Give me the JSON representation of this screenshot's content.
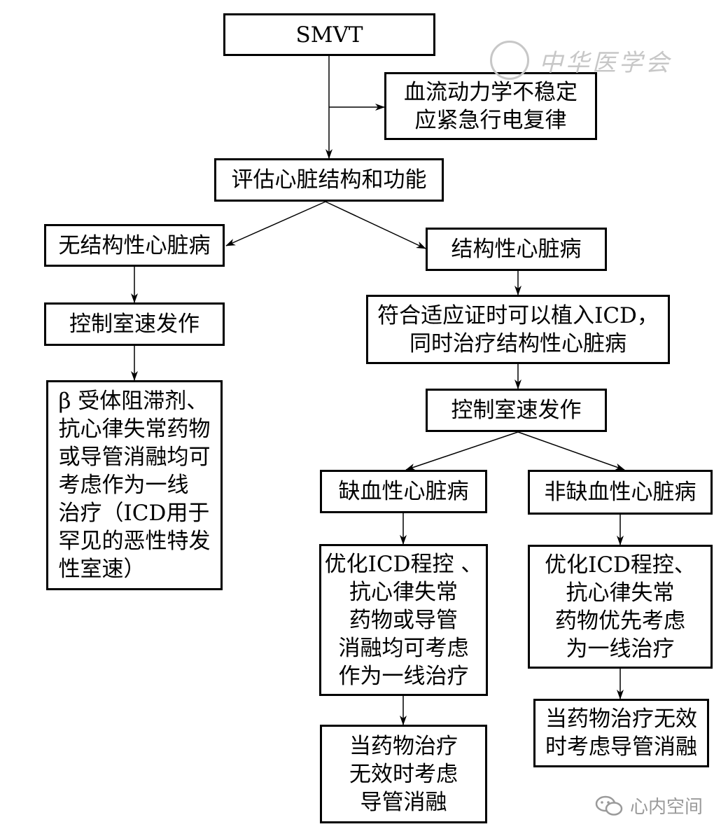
{
  "nodes": {
    "smvt": [
      "SMVT"
    ],
    "unstable": [
      "血流动力学不稳定",
      "应紧急行电复律"
    ],
    "assess": [
      "评估心脏结构和功能"
    ],
    "no_structural": [
      "无结构性心脏病"
    ],
    "structural": [
      "结构性心脏病"
    ],
    "control_left": [
      "控制室速发作"
    ],
    "icd": [
      "符合适应证时可以植入ICD，",
      "同时治疗结构性心脏病"
    ],
    "control_right": [
      "控制室速发作"
    ],
    "beta": [
      "β 受体阻滞剂、",
      "抗心律失常药物",
      "或导管消融均可",
      "考虑作为一线",
      "治疗（ICD用于",
      "罕见的恶性特发",
      "性室速）"
    ],
    "ischemic": [
      "缺血性心脏病"
    ],
    "nonischemic": [
      "非缺血性心脏病"
    ],
    "ischemic_tx": [
      "优化ICD程控 、",
      "抗心律失常",
      "药物或导管",
      "消融均可考虑",
      "作为一线治疗"
    ],
    "nonischemic_tx": [
      "优化ICD程控、",
      "抗心律失常",
      "药物优先考虑",
      "为一线治疗"
    ],
    "ischemic_fail": [
      "当药物治疗",
      "无效时考虑",
      "导管消融"
    ],
    "nonischemic_fail": [
      "当药物治疗无效",
      "时考虑导管消融"
    ]
  },
  "watermarks": {
    "top": "中华医学会",
    "bottom": "心内空间"
  },
  "colors": {
    "line": "#000000",
    "watermark": "#c7c7c7"
  }
}
